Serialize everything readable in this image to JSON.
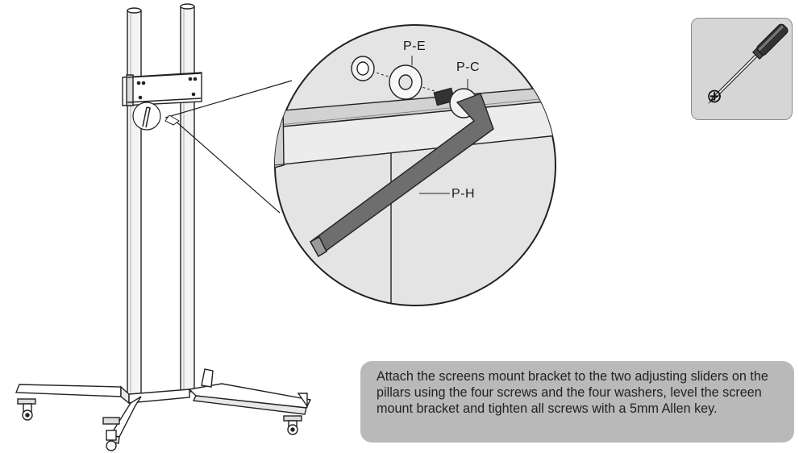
{
  "labels": {
    "pe": "P-E",
    "pc": "P-C",
    "ph": "P-H"
  },
  "tool": {
    "name": "phillips-screwdriver",
    "symbol": "⊕"
  },
  "instructions": {
    "text": "Attach the screens mount bracket to the two adjusting sliders on the pillars using the four screws and the four washers, level the screen mount bracket and tighten all screws with a 5mm Allen key."
  },
  "colors": {
    "circle_fill": "#e4e4e4",
    "panel_fill": "#b9b9b9",
    "tool_panel_fill": "#d6d6d6",
    "key_fill": "#6e6e6e"
  }
}
